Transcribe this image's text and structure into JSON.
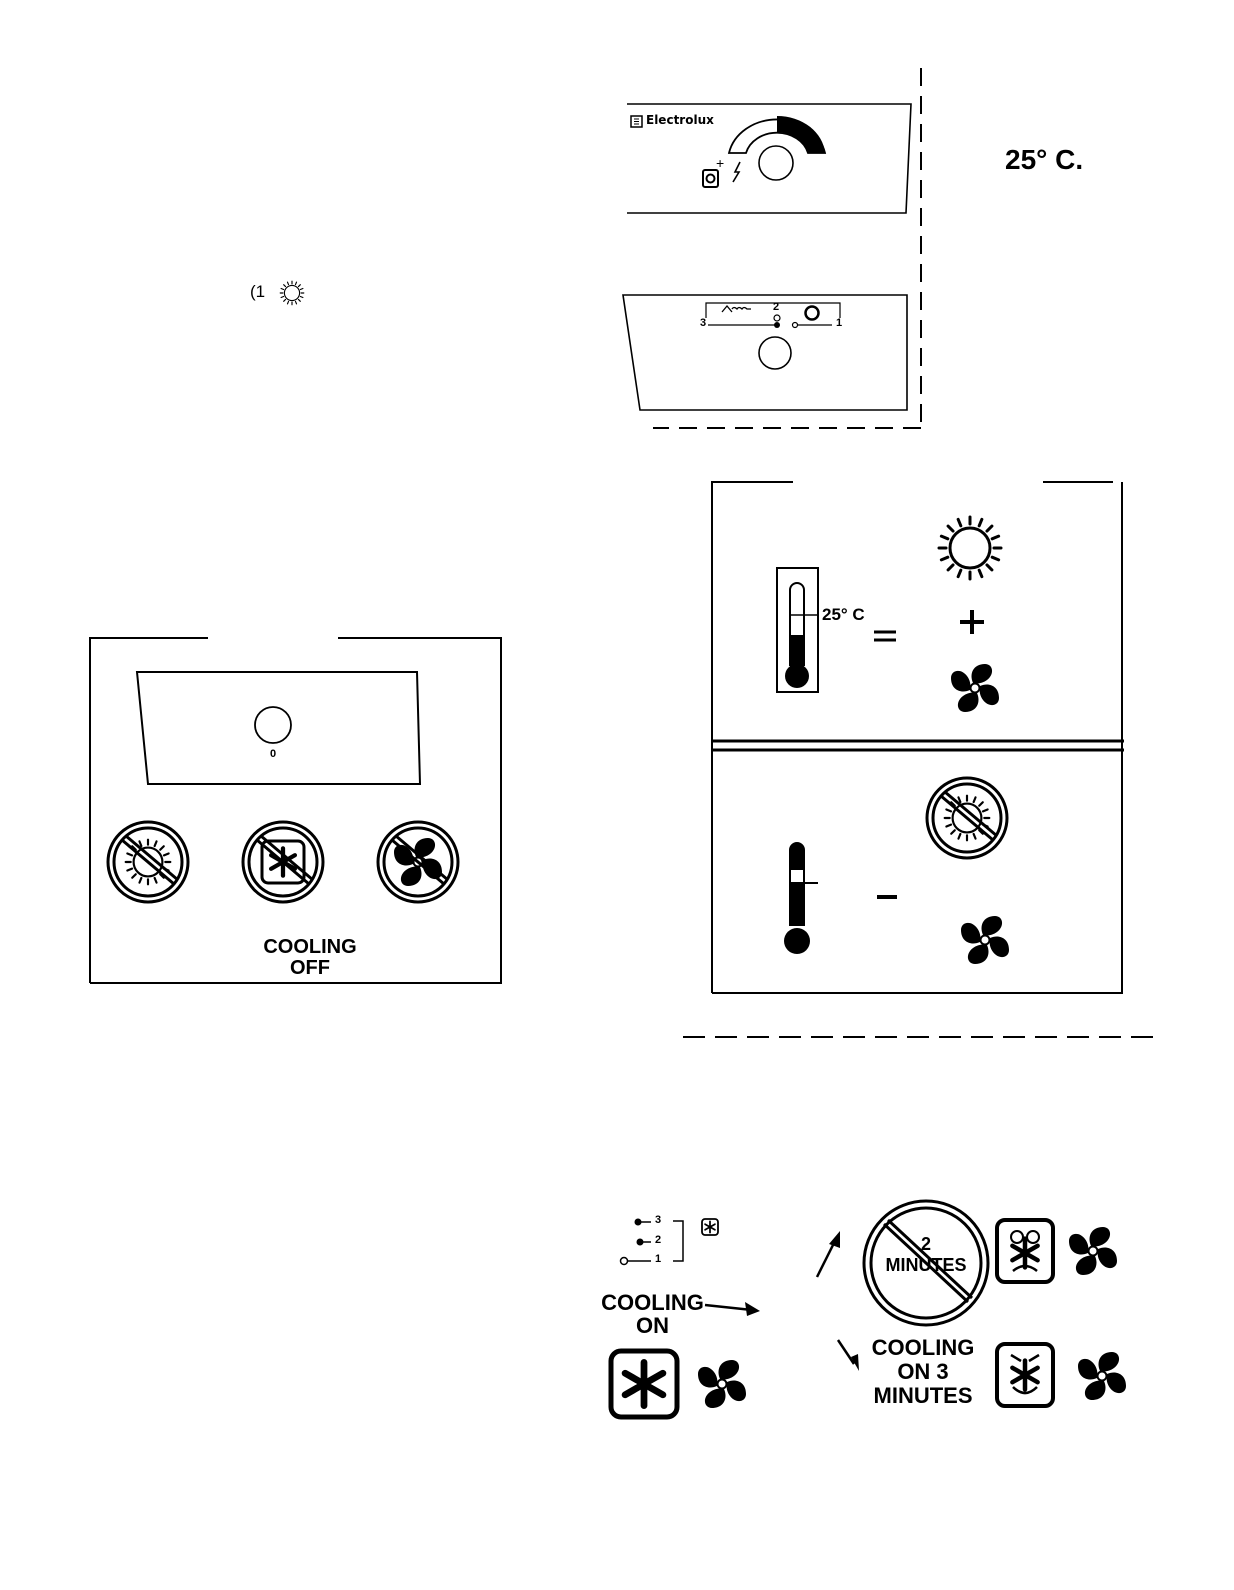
{
  "colors": {
    "ink": "#000000",
    "paper": "#ffffff"
  },
  "icons": [
    "sun-icon",
    "fan-icon",
    "snowflake-icon",
    "thermometer-icon",
    "prohibited-icon",
    "power-switch-icon",
    "arrow-icon"
  ],
  "top_left": {
    "note": "(1"
  },
  "control_panels": {
    "brand": "Electrolux",
    "switch_plus": "+",
    "selector": {
      "pos3": "3",
      "pos2": "2",
      "pos1": "1"
    }
  },
  "top_right": {
    "temperature": "25° C."
  },
  "cooling_off_panel": {
    "dial_label": "0",
    "caption": [
      "COOLING",
      "OFF"
    ]
  },
  "thermostat_panel": {
    "temp_label": "25° C",
    "equals": "=",
    "plus": "+",
    "minus": "–"
  },
  "bottom_sequence": {
    "selector": {
      "pos3": "3",
      "pos2": "2",
      "pos1": "1"
    },
    "cooling_on": [
      "COOLING",
      "ON"
    ],
    "prohibited_text": [
      "2",
      "MINUTES"
    ],
    "cooling_on_3": [
      "COOLING",
      "ON 3",
      "MINUTES"
    ]
  }
}
